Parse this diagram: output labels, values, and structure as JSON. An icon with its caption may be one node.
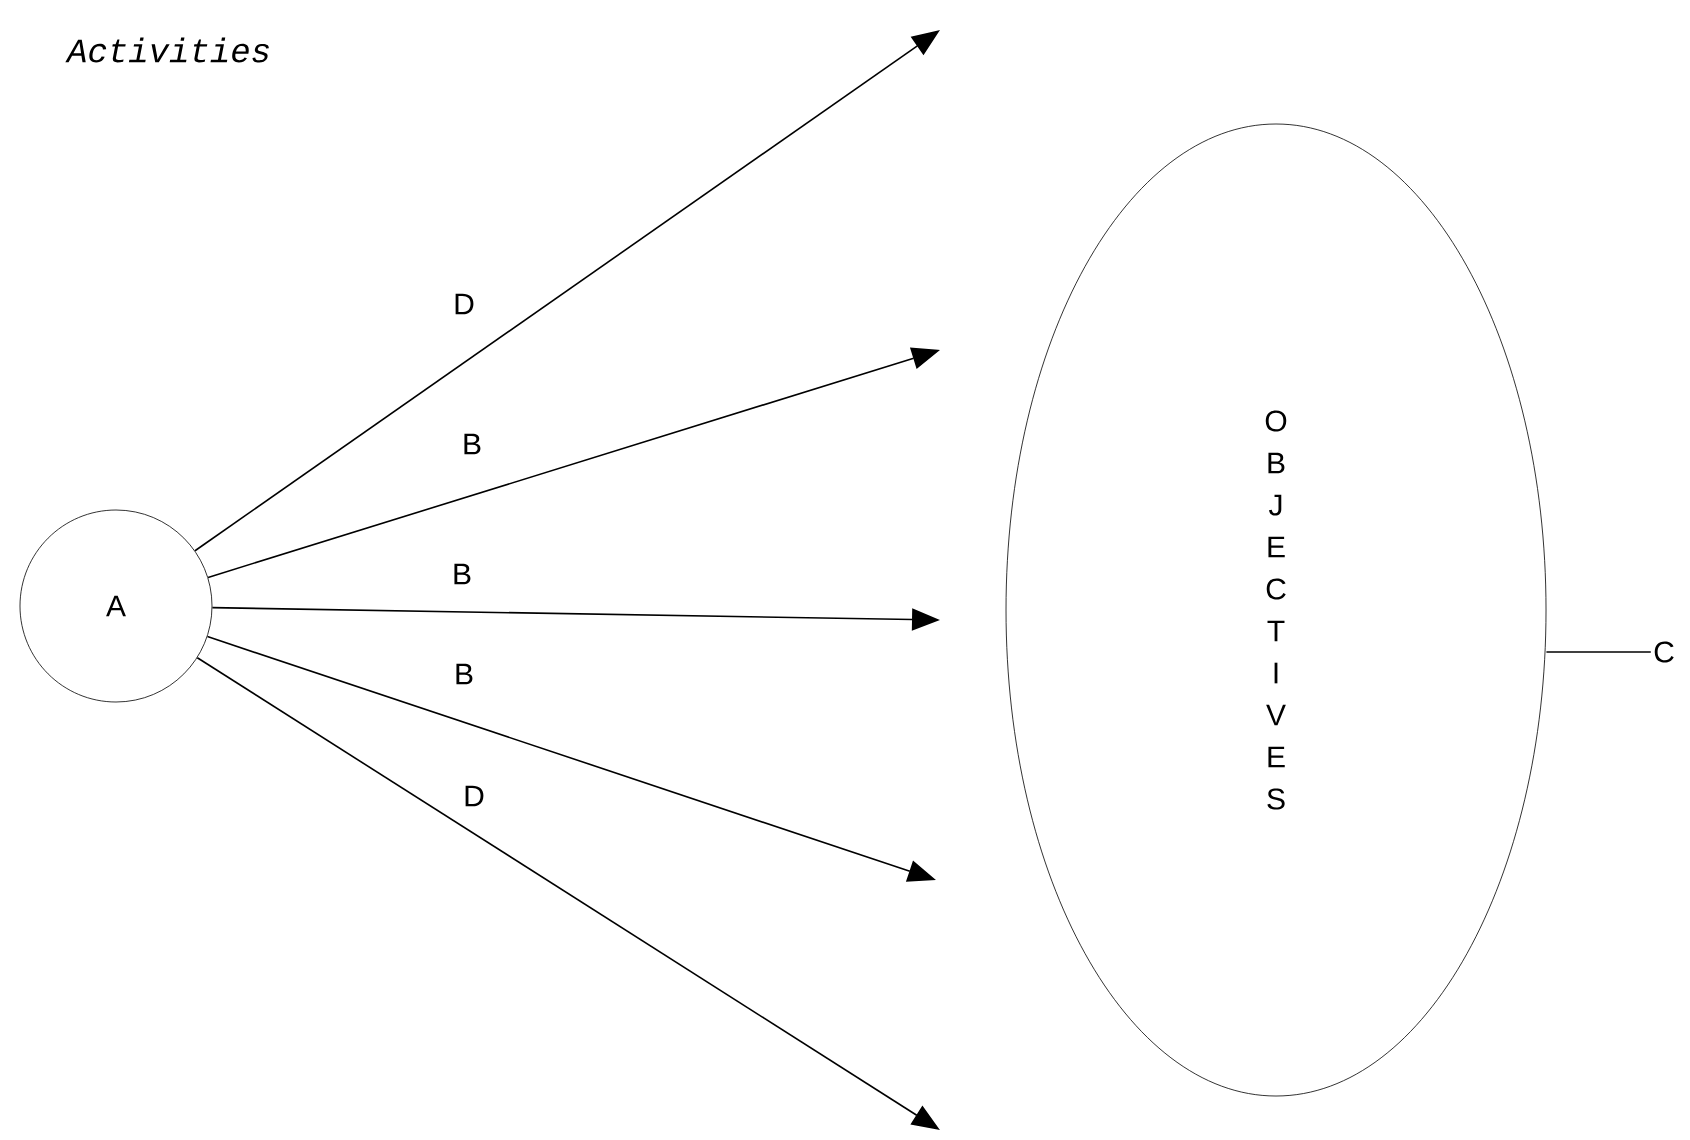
{
  "diagram": {
    "title": "Activities",
    "nodes": [
      {
        "text": [
          "A"
        ]
      },
      {
        "text": [
          "OBJECTIVES"
        ]
      },
      {
        "text": [
          "C"
        ]
      }
    ],
    "edges": [
      {
        "from": 0,
        "to": null,
        "arrow": "to",
        "label": "D"
      },
      {
        "from": 0,
        "to": null,
        "arrow": "to",
        "label": "B"
      },
      {
        "from": 0,
        "to": null,
        "arrow": "to",
        "label": "B"
      },
      {
        "from": 0,
        "to": null,
        "arrow": "to",
        "label": "B"
      },
      {
        "from": 0,
        "to": null,
        "arrow": "to",
        "label": "D"
      },
      {
        "from": 2,
        "to": 1,
        "arrow": "none"
      }
    ]
  }
}
